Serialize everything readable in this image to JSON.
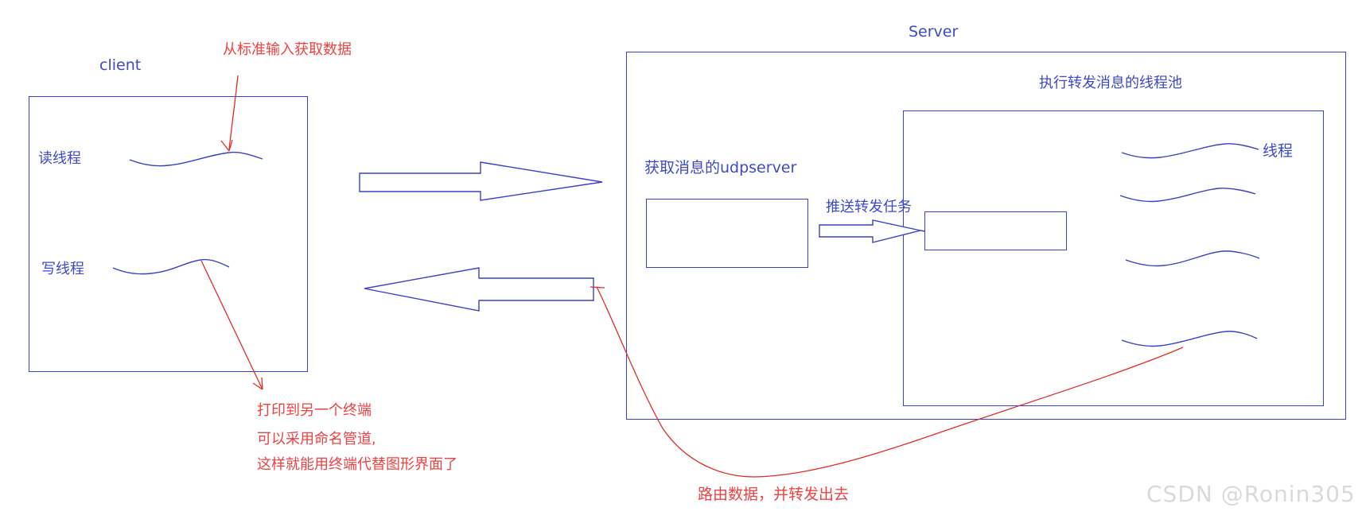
{
  "diagram": {
    "client": {
      "title": "client",
      "read_thread_label": "读线程",
      "write_thread_label": "写线程"
    },
    "server": {
      "title": "Server",
      "udpserver_label": "获取消息的udpserver",
      "push_task_label": "推送转发任务",
      "thread_pool_title": "执行转发消息的线程池",
      "thread_label": "线程"
    },
    "notes": {
      "stdin_note": "从标准输入获取数据",
      "print_note_line1": "打印到另一个终端",
      "print_note_line2": "可以采用命名管道,",
      "print_note_line3": "这样就能用终端代替图形界面了",
      "route_note": "路由数据，并转发出去"
    },
    "watermark": "CSDN @Ronin305"
  },
  "colors": {
    "blue_line": "#3a41c6",
    "blue_text": "#3c49cb",
    "red_line": "#e02b2b",
    "red_text": "#ee4242",
    "watermark": "#d9d9d9"
  }
}
